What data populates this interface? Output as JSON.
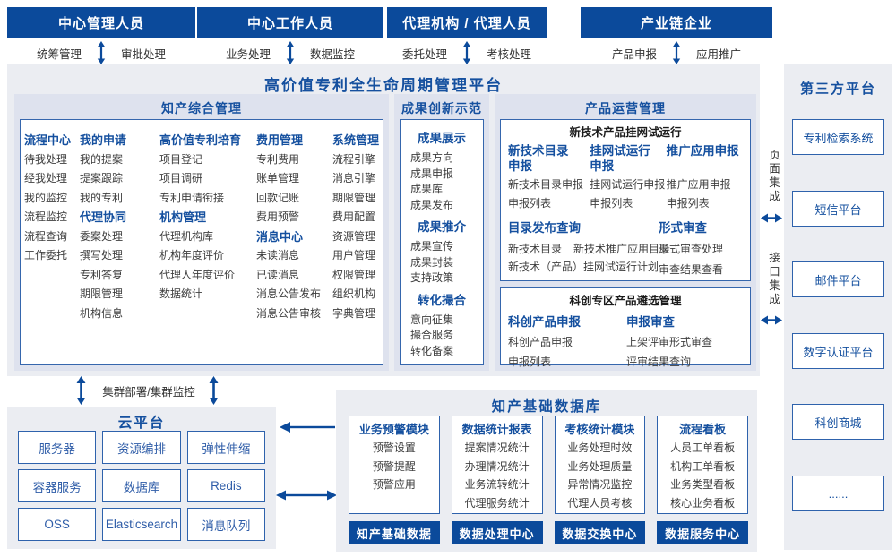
{
  "colors": {
    "primary_blue": "#0b4a9b",
    "accent_text_blue": "#15509f",
    "box_border_blue": "#2e62ac",
    "panel_bg": "#ebedf2",
    "section_bg": "#dee2ee"
  },
  "actors": [
    {
      "title": "中心管理人员",
      "left_label": "统筹管理",
      "right_label": "审批处理"
    },
    {
      "title": "中心工作人员",
      "left_label": "业务处理",
      "right_label": "数据监控"
    },
    {
      "title": "代理机构 / 代理人员",
      "left_label": "委托处理",
      "right_label": "考核处理"
    },
    {
      "title": "产业链企业",
      "left_label": "产品申报",
      "right_label": "应用推广"
    }
  ],
  "platform": {
    "title": "高价值专利全生命周期管理平台"
  },
  "ip_mgmt": {
    "title": "知产综合管理",
    "col1": {
      "g1_header": "流程中心",
      "g1_items": [
        "待我处理",
        "经我处理",
        "我的监控",
        "流程监控",
        "流程查询",
        "工作委托"
      ]
    },
    "col2": {
      "g1_header": "我的申请",
      "g1_items": [
        "我的提案",
        "提案跟踪",
        "我的专利"
      ],
      "g2_header": "代理协同",
      "g2_items": [
        "委案处理",
        "撰写处理",
        "专利答复",
        "期限管理",
        "机构信息"
      ]
    },
    "col3": {
      "g1_header": "高价值专利培育",
      "g1_items": [
        "项目登记",
        "项目调研",
        "专利申请衔接"
      ],
      "g2_header": "机构管理",
      "g2_items": [
        "代理机构库",
        "机构年度评价",
        "代理人年度评价",
        "数据统计"
      ]
    },
    "col4": {
      "g1_header": "费用管理",
      "g1_items": [
        "专利费用",
        "账单管理",
        "回款记账",
        "费用预警"
      ],
      "g2_header": "消息中心",
      "g2_items": [
        "未读消息",
        "已读消息",
        "消息公告发布",
        "消息公告审核"
      ]
    },
    "col5": {
      "g1_header": "系统管理",
      "g1_items": [
        "流程引擎",
        "消息引擎",
        "期限管理",
        "费用配置",
        "资源管理",
        "用户管理",
        "权限管理",
        "组织机构",
        "字典管理"
      ]
    }
  },
  "achievements": {
    "title": "成果创新示范",
    "g1_header": "成果展示",
    "g1_items": [
      "成果方向",
      "成果申报",
      "成果库",
      "成果发布"
    ],
    "g2_header": "成果推介",
    "g2_items": [
      "成果宣传",
      "成果封装",
      "支持政策"
    ],
    "g3_header": "转化撮合",
    "g3_items": [
      "意向征集",
      "撮合服务",
      "转化备案"
    ]
  },
  "product_ops": {
    "title": "产品运营管理",
    "trial": {
      "title": "新技术产品挂网试运行",
      "col1_header": "新技术目录申报",
      "col1_items": [
        "新技术目录申报",
        "申报列表"
      ],
      "col2_header": "挂网试运行申报",
      "col2_items": [
        "挂网试运行申报",
        "申报列表"
      ],
      "col3_header": "推广应用申报",
      "col3_items": [
        "推广应用申报",
        "申报列表"
      ],
      "catalog_header": "目录发布查询",
      "catalog_row1": [
        "新技术目录",
        "新技术推广应用目录"
      ],
      "catalog_row2": "新技术（产品）挂网试运行计划",
      "review_header": "形式审查",
      "review_items": [
        "形式审查处理",
        "审查结果查看"
      ]
    },
    "selection": {
      "title": "科创专区产品遴选管理",
      "col1_header": "科创产品申报",
      "col1_items": [
        "科创产品申报",
        "申报列表"
      ],
      "col2_header": "申报审查",
      "col2_items": [
        "上架评审形式审查",
        "评审结果查询"
      ]
    }
  },
  "third_party": {
    "title": "第三方平台",
    "boxes": [
      "专利检索系统",
      "短信平台",
      "邮件平台",
      "数字认证平台",
      "科创商城",
      "......"
    ]
  },
  "integration": {
    "page_label": "页面集成",
    "api_label": "接口集成"
  },
  "cluster": {
    "label": "集群部署/集群监控"
  },
  "cloud": {
    "title": "云平台",
    "boxes": [
      "服务器",
      "资源编排",
      "弹性伸缩",
      "容器服务",
      "数据库",
      "Redis",
      "OSS",
      "Elasticsearch",
      "消息队列"
    ]
  },
  "ip_database": {
    "title": "知产基础数据库",
    "col1_header": "业务预警模块",
    "col1_items": [
      "预警设置",
      "预警提醒",
      "预警应用"
    ],
    "col1_footer": "知产基础数据",
    "col2_header": "数据统计报表",
    "col2_items": [
      "提案情况统计",
      "办理情况统计",
      "业务流转统计",
      "代理服务统计"
    ],
    "col2_footer": "数据处理中心",
    "col3_header": "考核统计模块",
    "col3_items": [
      "业务处理时效",
      "业务处理质量",
      "异常情况监控",
      "代理人员考核"
    ],
    "col3_footer": "数据交换中心",
    "col4_header": "流程看板",
    "col4_items": [
      "人员工单看板",
      "机构工单看板",
      "业务类型看板",
      "核心业务看板"
    ],
    "col4_footer": "数据服务中心"
  }
}
